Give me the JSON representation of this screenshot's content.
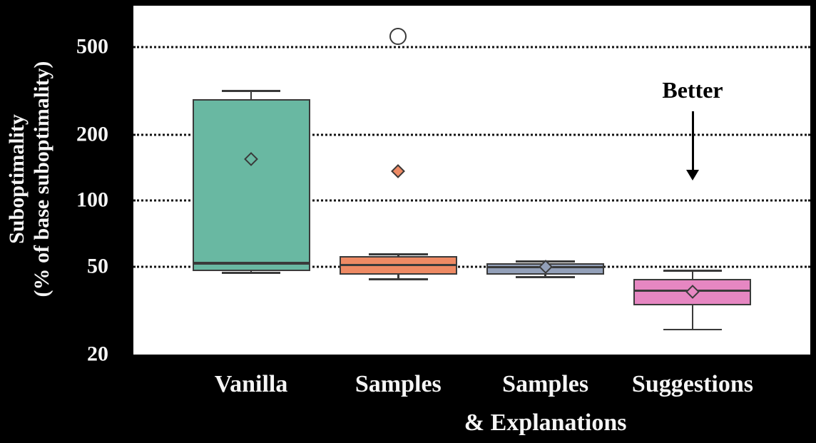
{
  "figure": {
    "colors": {
      "background": "#000000",
      "plot_background": "#ffffff",
      "grid": "#141414",
      "box_edge": "#3a3a3a",
      "tick_text": "#f5f5f5",
      "annotation_text": "#000000"
    },
    "y_axis": {
      "label_line1": "Suboptimality",
      "label_line2": "(% of base suboptimality)"
    },
    "annotation": {
      "text": "Better",
      "arrow_direction": "down"
    }
  },
  "chart_data": {
    "type": "boxplot",
    "title": "",
    "xlabel": "",
    "ylabel": "Suboptimality (% of base suboptimality)",
    "yscale": "log",
    "ylim": [
      20,
      770
    ],
    "yticks": [
      500,
      200,
      100,
      50,
      20
    ],
    "gridlines": [
      500,
      200,
      100,
      50
    ],
    "grid_style": "dotted horizontal",
    "legend_position": "none",
    "categories": [
      "Vanilla",
      "Samples",
      "Samples\n& Explanations",
      "Suggestions"
    ],
    "boxes": [
      {
        "label": "Vanilla",
        "color": "#69b8a2",
        "whisker_low": 47,
        "q1": 48,
        "median": 52,
        "q3": 290,
        "whisker_high": 316,
        "mean": 155,
        "outliers": []
      },
      {
        "label": "Samples",
        "color": "#ee8a64",
        "whisker_low": 44,
        "q1": 46,
        "median": 51,
        "q3": 56,
        "whisker_high": 57,
        "mean": 136,
        "outliers": [
          560
        ]
      },
      {
        "label": "Samples & Explanations",
        "color": "#93a0b9",
        "whisker_low": 45,
        "q1": 46,
        "median": 50,
        "q3": 52,
        "whisker_high": 53,
        "mean": 50,
        "outliers": []
      },
      {
        "label": "Suggestions",
        "color": "#e687c2",
        "whisker_low": 26,
        "q1": 33.5,
        "median": 39,
        "q3": 44,
        "whisker_high": 48,
        "mean": 38.5,
        "outliers": []
      }
    ]
  }
}
